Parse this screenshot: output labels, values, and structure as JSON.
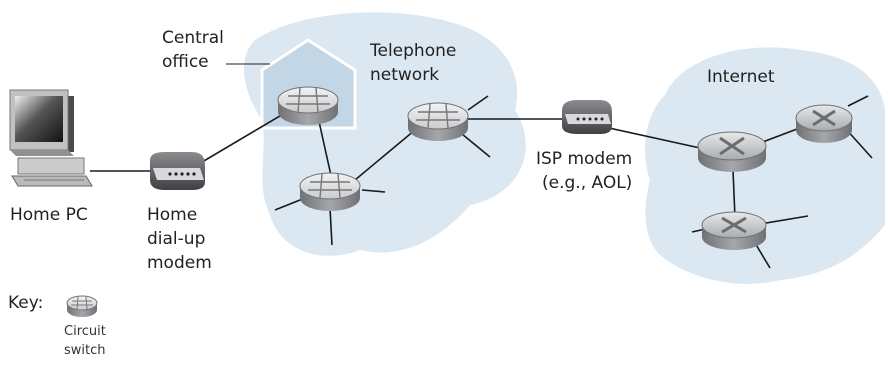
{
  "labels": {
    "central_office": [
      "Central",
      "office"
    ],
    "telephone_network": [
      "Telephone",
      "network"
    ],
    "internet": "Internet",
    "home_pc": "Home PC",
    "home_modem": [
      "Home",
      "dial-up",
      "modem"
    ],
    "isp_modem": [
      "ISP modem",
      "(e.g., AOL)"
    ],
    "key": "Key:",
    "key_item": [
      "Circuit",
      "switch"
    ]
  },
  "colors": {
    "cloud_fill": "#dbe7f1",
    "office_fill": "#c3d6e6",
    "office_stroke": "#ffffff",
    "device_top": "#e6e7e8",
    "device_side": "#7d7f82",
    "line": "#1a1a1a"
  },
  "icons": [
    "computer-icon",
    "dialup-modem-icon",
    "office-building-icon",
    "circuit-switch-icon",
    "router-icon",
    "isp-modem-icon"
  ]
}
